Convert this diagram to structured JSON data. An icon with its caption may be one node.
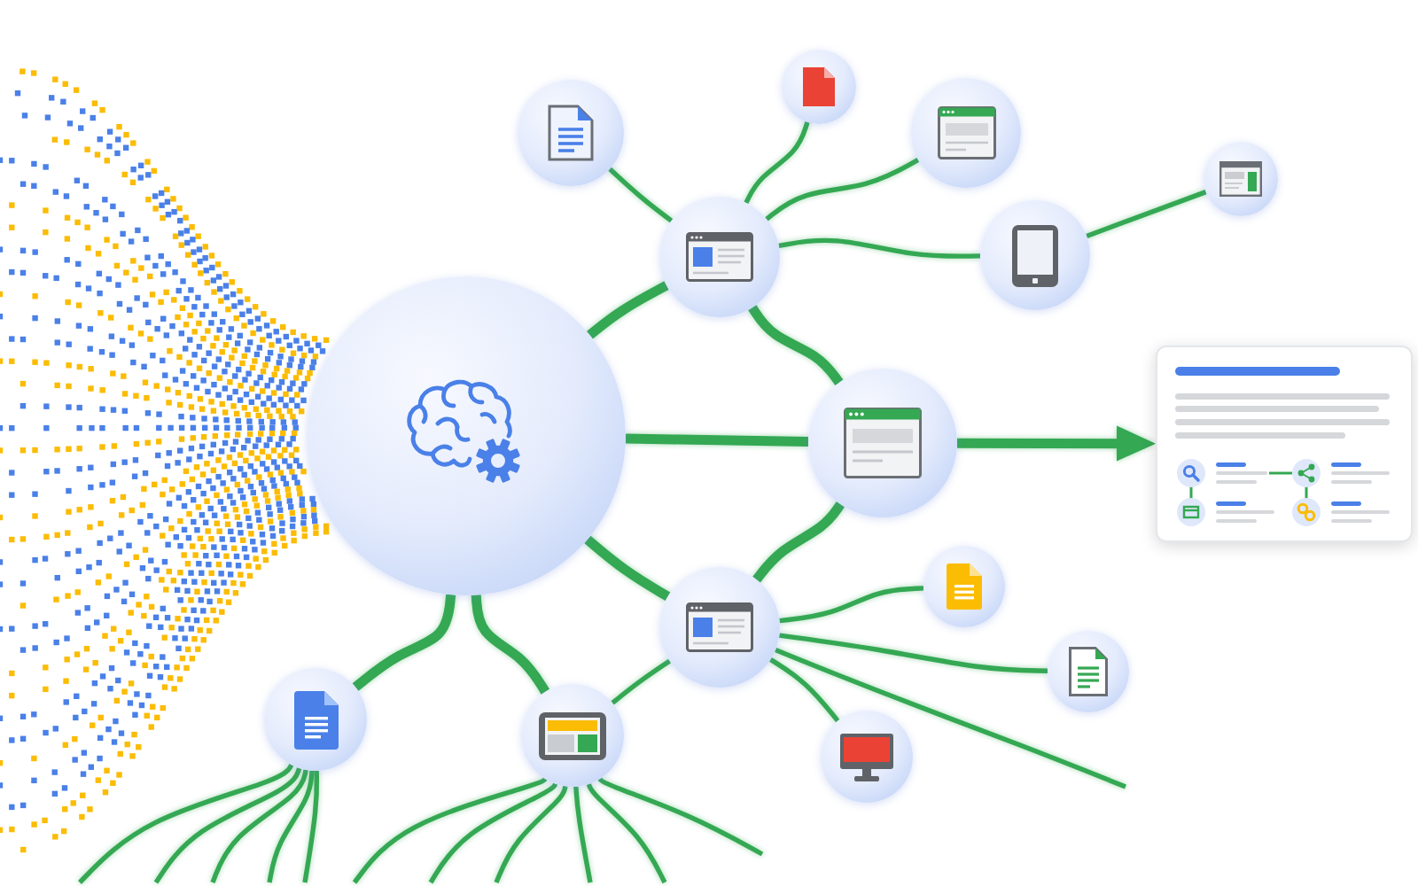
{
  "diagram": {
    "nodes": [
      {
        "text": [],
        "shape": "circle"
      },
      {
        "text": [],
        "shape": "circle"
      },
      {
        "text": [],
        "shape": "circle"
      },
      {
        "text": [],
        "shape": "circle"
      },
      {
        "text": [],
        "shape": "circle"
      },
      {
        "text": [],
        "shape": "circle"
      },
      {
        "text": [],
        "shape": "circle"
      },
      {
        "text": [],
        "shape": "circle"
      },
      {
        "text": [],
        "shape": "box"
      },
      {
        "text": [],
        "shape": "circle"
      },
      {
        "text": [],
        "shape": "circle"
      },
      {
        "text": [],
        "shape": "circle"
      },
      {
        "text": [],
        "shape": "circle"
      },
      {
        "text": [],
        "shape": "circle"
      },
      {
        "text": [],
        "shape": "circle"
      }
    ],
    "edges": [
      {
        "from": 0,
        "to": 5,
        "arrow": "none",
        "style": "thick"
      },
      {
        "from": 0,
        "to": 7,
        "arrow": "none",
        "style": "thick"
      },
      {
        "from": 0,
        "to": 9,
        "arrow": "none",
        "style": "thick"
      },
      {
        "from": 5,
        "to": 7,
        "arrow": "none",
        "style": "thick"
      },
      {
        "from": 9,
        "to": 7,
        "arrow": "none",
        "style": "thick"
      },
      {
        "from": 7,
        "to": 8,
        "arrow": "to",
        "style": "thick"
      },
      {
        "from": 5,
        "to": 1,
        "arrow": "none"
      },
      {
        "from": 5,
        "to": 2,
        "arrow": "none"
      },
      {
        "from": 5,
        "to": 3,
        "arrow": "none"
      },
      {
        "from": 5,
        "to": 6,
        "arrow": "none"
      },
      {
        "from": 6,
        "to": 4,
        "arrow": "none"
      },
      {
        "from": 9,
        "to": 10,
        "arrow": "none"
      },
      {
        "from": 9,
        "to": 11,
        "arrow": "none"
      },
      {
        "from": 9,
        "to": 12,
        "arrow": "none"
      },
      {
        "from": 9,
        "to": null,
        "arrow": "none"
      },
      {
        "from": 0,
        "to": 13,
        "arrow": "none",
        "style": "thick"
      },
      {
        "from": 0,
        "to": 14,
        "arrow": "none",
        "style": "thick"
      },
      {
        "from": 14,
        "to": 9,
        "arrow": "none"
      },
      {
        "from": 13,
        "to": null,
        "arrow": "none"
      },
      {
        "from": 13,
        "to": null,
        "arrow": "none"
      },
      {
        "from": 13,
        "to": null,
        "arrow": "none"
      },
      {
        "from": 13,
        "to": null,
        "arrow": "none"
      },
      {
        "from": 13,
        "to": null,
        "arrow": "none"
      },
      {
        "from": 14,
        "to": null,
        "arrow": "none"
      },
      {
        "from": 14,
        "to": null,
        "arrow": "none"
      },
      {
        "from": 14,
        "to": null,
        "arrow": "none"
      },
      {
        "from": 14,
        "to": null,
        "arrow": "none"
      },
      {
        "from": 14,
        "to": null,
        "arrow": "none"
      },
      {
        "from": 14,
        "to": null,
        "arrow": "none"
      }
    ]
  }
}
